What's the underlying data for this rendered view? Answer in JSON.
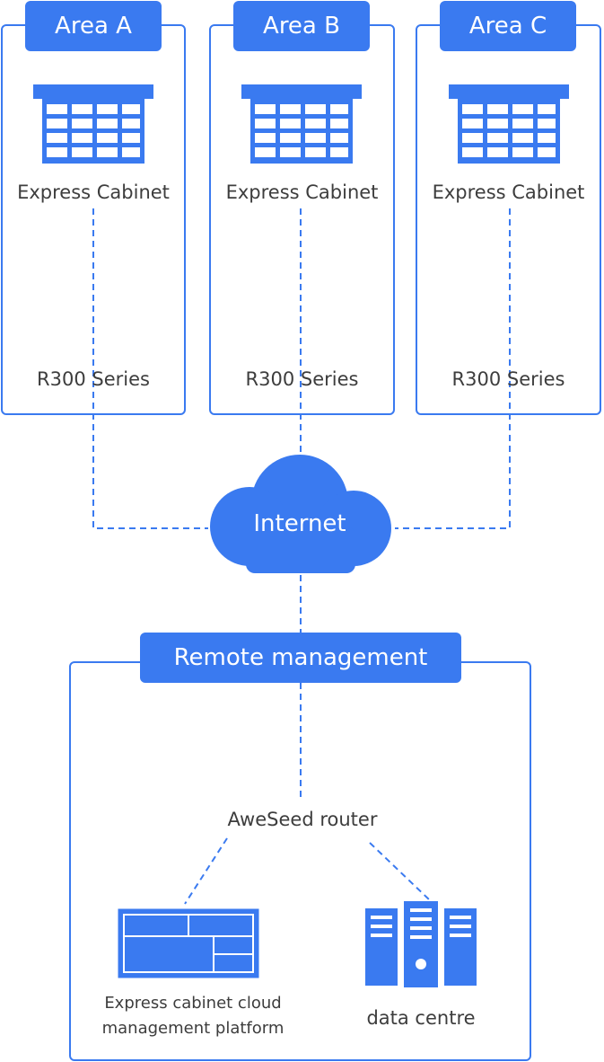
{
  "areas": [
    {
      "name": "Area A",
      "device": "Express Cabinet",
      "router": "R300 Series"
    },
    {
      "name": "Area B",
      "device": "Express Cabinet",
      "router": "R300 Series"
    },
    {
      "name": "Area C",
      "device": "Express Cabinet",
      "router": "R300 Series"
    }
  ],
  "cloud": {
    "label": "Internet"
  },
  "remote": {
    "title": "Remote management",
    "router": "AweSeed router",
    "platform_line1": "Express cabinet cloud",
    "platform_line2": "management platform",
    "datacentre": "data centre"
  },
  "colors": {
    "accent": "#3a7af0",
    "text": "#3d3d3d",
    "background": "#ffffff"
  },
  "icons": [
    "cabinet-icon",
    "cloud-icon",
    "platform-icon",
    "server-rack-icon"
  ]
}
